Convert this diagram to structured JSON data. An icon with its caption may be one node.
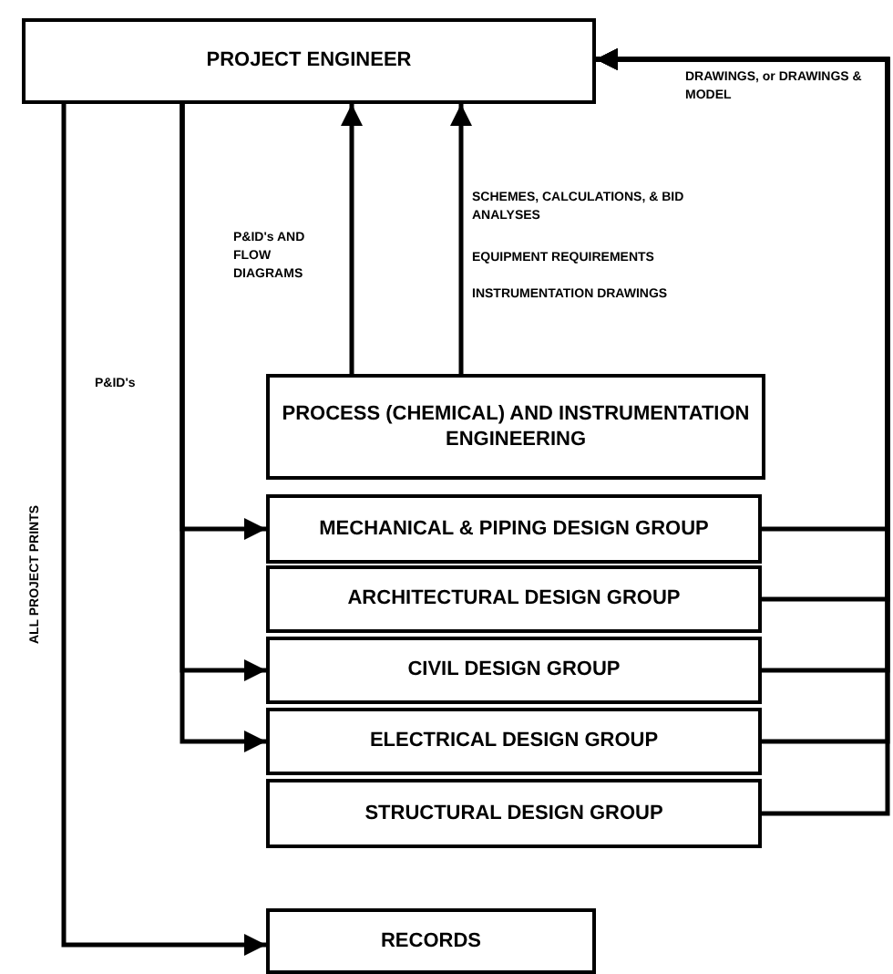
{
  "diagram": {
    "nodes": [
      {
        "text": [
          "PROJECT ENGINEER"
        ]
      },
      {
        "text": [
          "PROCESS (CHEMICAL) AND INSTRUMENTATION ENGINEERING"
        ]
      },
      {
        "text": [
          "MECHANICAL &  PIPING DESIGN GROUP"
        ]
      },
      {
        "text": [
          "ARCHITECTURAL DESIGN GROUP"
        ]
      },
      {
        "text": [
          "CIVIL DESIGN GROUP"
        ]
      },
      {
        "text": [
          "ELECTRICAL DESIGN GROUP"
        ]
      },
      {
        "text": [
          "STRUCTURAL DESIGN GROUP"
        ]
      },
      {
        "text": [
          "RECORDS"
        ]
      }
    ],
    "edges": [
      {
        "from": 0,
        "to": 7,
        "arrow": "to",
        "label": "ALL PROJECT PRINTS"
      },
      {
        "from": 0,
        "to": 2,
        "arrow": "to",
        "label": "P&ID's"
      },
      {
        "from": 0,
        "to": 4,
        "arrow": "to"
      },
      {
        "from": 0,
        "to": 5,
        "arrow": "to"
      },
      {
        "from": 1,
        "to": 0,
        "arrow": "to",
        "label": "P&ID's AND FLOW DIAGRAMS"
      },
      {
        "from": 1,
        "to": 0,
        "arrow": "to",
        "label": "SCHEMES, CALCULATIONS, & BID ANALYSES"
      },
      {
        "from": 2,
        "to": 0,
        "arrow": "to",
        "label": "DRAWINGS, or DRAWINGS & MODEL"
      },
      {
        "from": 3,
        "to": 0,
        "arrow": "to"
      },
      {
        "from": 4,
        "to": 0,
        "arrow": "to"
      },
      {
        "from": 5,
        "to": 0,
        "arrow": "to"
      },
      {
        "from": 6,
        "to": 0,
        "arrow": "to"
      }
    ],
    "labels": [
      "EQUIPMENT REQUIREMENTS",
      "INSTRUMENTATION DRAWINGS"
    ]
  }
}
